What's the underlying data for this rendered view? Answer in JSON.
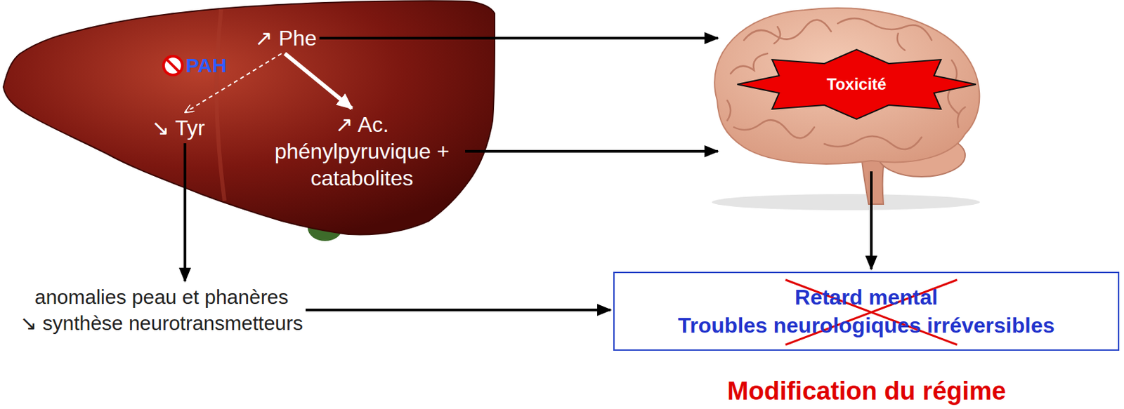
{
  "diagram": {
    "nodes": [
      {
        "text": [
          "↗ Phe"
        ]
      },
      {
        "text": [
          "↘ Tyr"
        ]
      },
      {
        "text": [
          "↗ Ac. phénylpyruvique + catabolites"
        ]
      },
      {
        "text": [
          "Toxicité"
        ]
      },
      {
        "text": [
          "anomalies peau et phanères",
          "↘ synthèse neurotransmetteurs"
        ]
      },
      {
        "text": [
          "Retard mental",
          "Troubles neurologiques irréversibles"
        ]
      }
    ],
    "edges": [
      {
        "from": 0,
        "to": 3,
        "arrow": "to"
      },
      {
        "from": 2,
        "to": 3,
        "arrow": "to"
      },
      {
        "from": 3,
        "to": 5,
        "arrow": "to"
      },
      {
        "from": 1,
        "to": 4,
        "arrow": "to"
      },
      {
        "from": 4,
        "to": 5,
        "arrow": "to"
      },
      {
        "from": 0,
        "to": 2,
        "arrow": "to"
      },
      {
        "from": 0,
        "to": 1,
        "arrow": "to"
      }
    ],
    "labels": [
      "PAH",
      "Modification du régime"
    ]
  }
}
